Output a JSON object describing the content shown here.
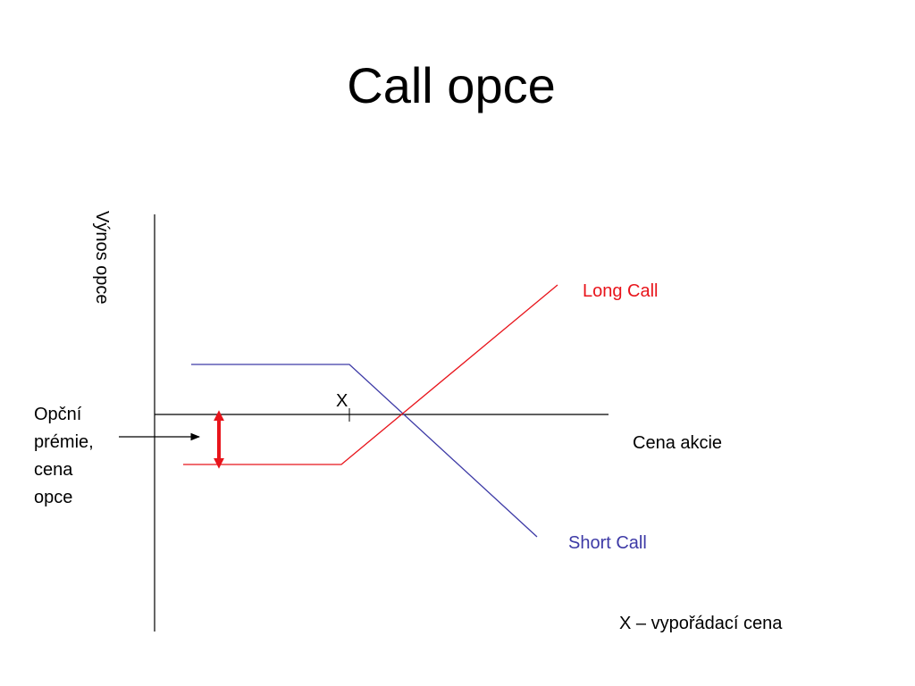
{
  "title": "Call opce",
  "axes": {
    "y_label": "Výnos opce",
    "x_label": "Cena akcie"
  },
  "strike_marker": "X",
  "premium_label_lines": [
    "Opční",
    "prémie,",
    "cena",
    "opce"
  ],
  "series": [
    {
      "name": "Long Call",
      "color": "#e8141b"
    },
    {
      "name": "Short Call",
      "color": "#3d3aa6"
    }
  ],
  "legend_note": "X – vypořádací cena",
  "colors": {
    "axis": "#000000",
    "premium_arrow": "#e8141b"
  }
}
